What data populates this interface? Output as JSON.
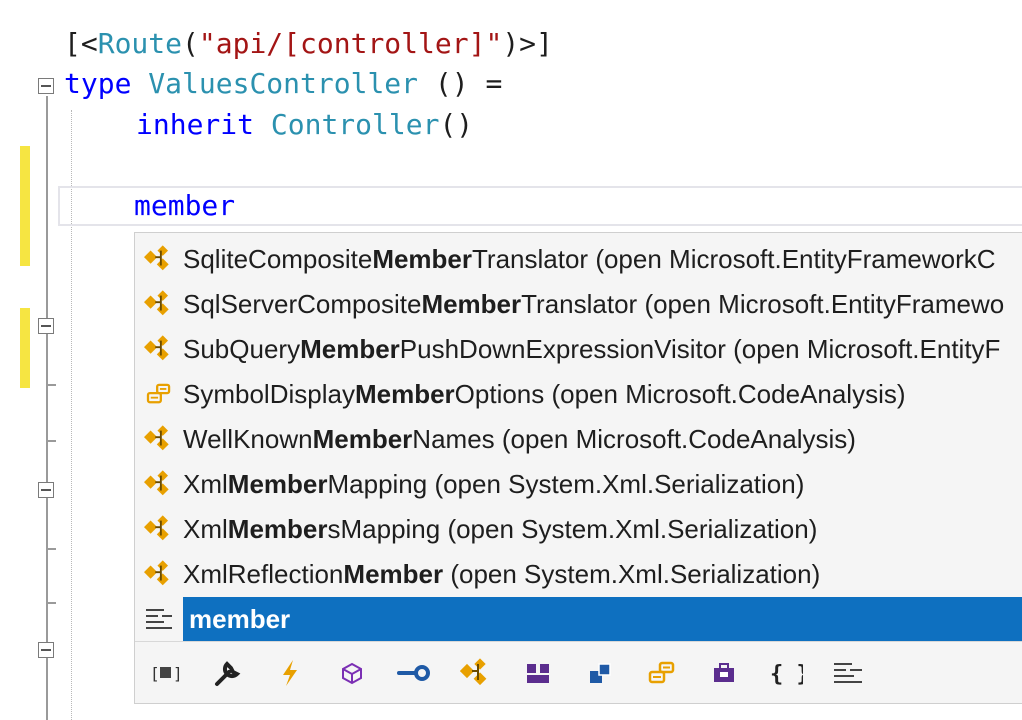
{
  "editor": {
    "line1": {
      "open": "[<",
      "attr": "Route",
      "lparen": "(",
      "str": "\"api/[controller]\"",
      "close": ")>]"
    },
    "line2": {
      "kw": "type",
      "name": "ValuesController",
      "rest": " () ="
    },
    "line3": {
      "kw": "inherit",
      "name": "Controller",
      "rest": "()"
    },
    "line5": {
      "typed": "member"
    }
  },
  "completion": {
    "items": [
      {
        "pre": "SqliteComposite",
        "match": "Member",
        "post": "Translator (open Microsoft.EntityFrameworkC",
        "icon": "class-icon"
      },
      {
        "pre": "SqlServerComposite",
        "match": "Member",
        "post": "Translator (open Microsoft.EntityFramewo",
        "icon": "class-icon"
      },
      {
        "pre": "SubQuery",
        "match": "Member",
        "post": "PushDownExpressionVisitor (open Microsoft.EntityF",
        "icon": "class-icon"
      },
      {
        "pre": "SymbolDisplay",
        "match": "Member",
        "post": "Options (open Microsoft.CodeAnalysis)",
        "icon": "enum-icon"
      },
      {
        "pre": "WellKnown",
        "match": "Member",
        "post": "Names (open Microsoft.CodeAnalysis)",
        "icon": "class-icon"
      },
      {
        "pre": "Xml",
        "match": "Member",
        "post": "Mapping (open System.Xml.Serialization)",
        "icon": "class-icon"
      },
      {
        "pre": "Xml",
        "match": "Member",
        "post": "sMapping (open System.Xml.Serialization)",
        "icon": "class-icon"
      },
      {
        "pre": "XmlReflection",
        "match": "Member",
        "post": " (open System.Xml.Serialization)",
        "icon": "class-icon"
      }
    ],
    "selected": {
      "label": "member",
      "icon": "snippet-icon"
    },
    "filters": [
      "namespace-filter-icon",
      "property-filter-icon",
      "event-filter-icon",
      "method-filter-icon",
      "field-filter-icon",
      "class-filter-icon",
      "module-filter-icon",
      "structure-filter-icon",
      "enum-filter-icon",
      "interface-filter-icon",
      "keyword-filter-icon",
      "snippet-filter-icon"
    ]
  },
  "colors": {
    "selection": "#0e70c0",
    "keyword": "#0000ff",
    "type": "#2b91af",
    "string": "#a31515",
    "change_marker": "#f6e542"
  }
}
